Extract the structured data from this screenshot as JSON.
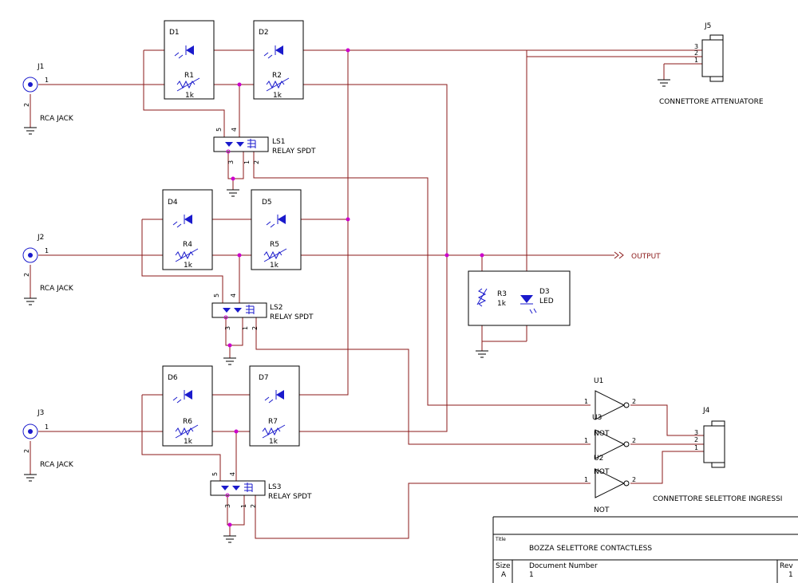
{
  "colors": {
    "wire": "#8b1a1a",
    "junction": "#cc00cc",
    "symbol": "#1a1acc",
    "body": "#000000",
    "background": "#ffffff"
  },
  "jacks": [
    {
      "ref": "J1",
      "pin1": "1",
      "pin2": "2",
      "label": "RCA JACK"
    },
    {
      "ref": "J2",
      "pin1": "1",
      "pin2": "2",
      "label": "RCA JACK"
    },
    {
      "ref": "J3",
      "pin1": "1",
      "pin2": "2",
      "label": "RCA JACK"
    }
  ],
  "diodes": [
    "D1",
    "D2",
    "D4",
    "D5",
    "D6",
    "D7"
  ],
  "resistors": [
    {
      "ref": "R1",
      "value": "1k"
    },
    {
      "ref": "R2",
      "value": "1k"
    },
    {
      "ref": "R4",
      "value": "1k"
    },
    {
      "ref": "R5",
      "value": "1k"
    },
    {
      "ref": "R6",
      "value": "1k"
    },
    {
      "ref": "R7",
      "value": "1k"
    }
  ],
  "relays": [
    {
      "ref": "LS1",
      "type": "RELAY SPDT",
      "pins": [
        "5",
        "4",
        "3",
        "1",
        "2"
      ]
    },
    {
      "ref": "LS2",
      "type": "RELAY SPDT",
      "pins": [
        "5",
        "4",
        "3",
        "1",
        "2"
      ]
    },
    {
      "ref": "LS3",
      "type": "RELAY SPDT",
      "pins": [
        "5",
        "4",
        "3",
        "1",
        "2"
      ]
    }
  ],
  "output": {
    "label": "OUTPUT"
  },
  "indicator": {
    "r_ref": "R3",
    "r_value": "1k",
    "d_ref": "D3",
    "d_value": "LED"
  },
  "j5": {
    "ref": "J5",
    "label": "CONNETTORE ATTENUATORE",
    "pins": [
      "3",
      "2",
      "1"
    ]
  },
  "j4": {
    "ref": "J4",
    "label": "CONNETTORE SELETTORE INGRESSI",
    "pins": [
      "3",
      "2",
      "1"
    ]
  },
  "gates": [
    {
      "ref": "U1",
      "type": "NOT",
      "in": "1",
      "out": "2"
    },
    {
      "ref": "U3",
      "type": "NOT",
      "in": "1",
      "out": "2"
    },
    {
      "ref": "U2",
      "type": "NOT",
      "in": "1",
      "out": "2"
    }
  ],
  "title_block": {
    "title_label": "Title",
    "title": "BOZZA SELETTORE CONTACTLESS",
    "size_label": "Size",
    "size": "A",
    "docnum_label": "Document Number",
    "docnum": "1",
    "rev_label": "Rev",
    "rev": "1"
  }
}
